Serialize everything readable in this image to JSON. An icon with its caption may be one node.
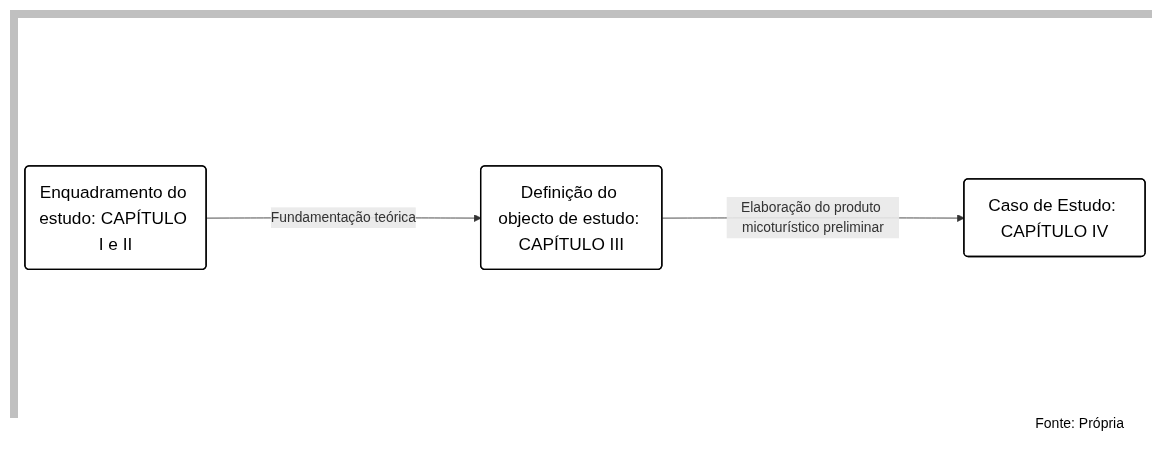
{
  "diagram": {
    "nodes": [
      {
        "text": [
          "Enquadramento do estudo: CAPÍTULO I e II"
        ]
      },
      {
        "text": [
          "Definição do objecto de estudo: CAPÍTULO III"
        ]
      },
      {
        "text": [
          "Caso de Estudo: CAPÍTULO IV"
        ]
      }
    ],
    "edges": [
      {
        "from": 0,
        "to": 1,
        "arrow": "to",
        "label": "Fundamentação teórica"
      },
      {
        "from": 1,
        "to": 2,
        "arrow": "to",
        "label": "Elaboração do produto micoturístico preliminar"
      }
    ],
    "labels": [
      "Fonte: Própria"
    ]
  }
}
